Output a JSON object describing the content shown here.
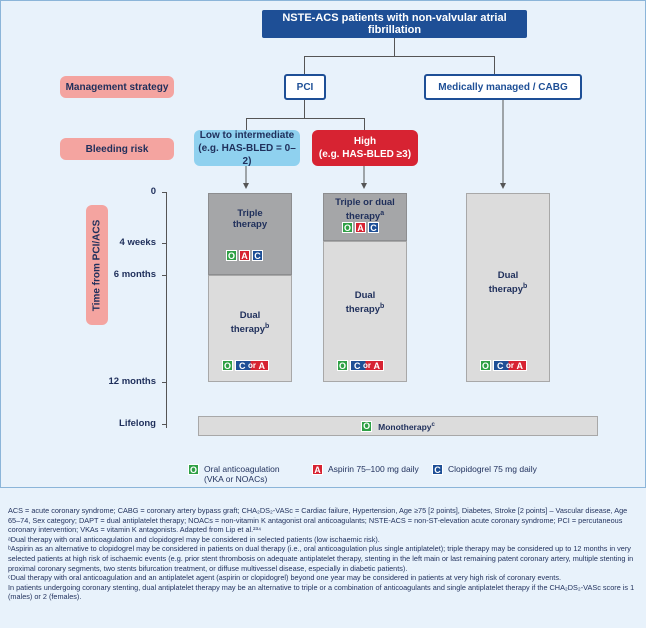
{
  "title": "NSTE-ACS patients with non-valvular atrial fibrillation",
  "management_label": "Management strategy",
  "bleeding_label": "Bleeding risk",
  "pci_label": "PCI",
  "medical_label": "Medically managed / CABG",
  "low_risk": {
    "line1": "Low to intermediate",
    "line2": "(e.g. HAS-BLED = 0–2)"
  },
  "high_risk": {
    "line1": "High",
    "line2": "(e.g. HAS-BLED ≥3)"
  },
  "y_axis_label": "Time from PCI/ACS",
  "ticks": [
    "0",
    "4 weeks",
    "6 months",
    "12 months",
    "Lifelong"
  ],
  "col1": {
    "triple_line1": "Triple",
    "triple_line2": "therapy",
    "dual_line1": "Dual",
    "dual_line2": "therapy",
    "dual_sup": "b"
  },
  "col2": {
    "triple_line1": "Triple or dual",
    "triple_line2": "therapy",
    "triple_sup": "a",
    "dual_line1": "Dual",
    "dual_line2": "therapy",
    "dual_sup": "b"
  },
  "col3": {
    "dual_line1": "Dual",
    "dual_line2": "therapy",
    "dual_sup": "b"
  },
  "drug_letters": {
    "O": "O",
    "A": "A",
    "C": "C",
    "or": "or"
  },
  "monotherapy": "Monotherapy",
  "monotherapy_sup": "c",
  "legend": [
    {
      "letter": "O",
      "text1": "Oral anticoagulation",
      "text2": "(VKA or NOACs)"
    },
    {
      "letter": "A",
      "text1": "Aspirin 75–100 mg daily",
      "text2": ""
    },
    {
      "letter": "C",
      "text1": "Clopidogrel 75 mg daily",
      "text2": ""
    }
  ],
  "footnotes": [
    "ACS = acute coronary syndrome; CABG = coronary artery bypass graft; CHA₂DS₂-VASc = Cardiac failure, Hypertension, Age ≥75 [2 points], Diabetes, Stroke [2 points] – Vascular disease, Age 65–74, Sex category; DAPT = dual antiplatelet therapy; NOACs = non-vitamin K antagonist oral anticoagulants; NSTE-ACS = non-ST-elevation acute coronary syndrome; PCI = percutaneous coronary intervention; VKAs = vitamin K antagonists. Adapted from Lip et al.²³⁴",
    "ᵃDual therapy with oral anticoagulation and clopidogrel may be considered in selected patients (low ischaemic risk).",
    "ᵇAspirin as an alternative to clopidogrel may be considered in patients on dual therapy (i.e., oral anticoagulation plus single antiplatelet); triple therapy may be considered up to 12 months in very selected patients at high risk of ischaemic events (e.g. prior stent thrombosis on adequate antiplatelet therapy, stenting in the left main or last remaining patent coronary artery, multiple stenting in proximal coronary segments, two stents bifurcation treatment, or diffuse multivessel disease, especially in diabetic patients).",
    "ᶜDual therapy with oral anticoagulation and an antiplatelet agent (aspirin or clopidogrel) beyond one year may be considered in patients at very high risk of coronary events.",
    "In patients undergoing coronary stenting, dual antiplatelet therapy may be an alternative to triple or a combination of anticoagulants and single antiplatelet therapy if the CHA₂DS₂-VASc score is 1 (males) or 2 (females)."
  ],
  "colors": {
    "navy": "#1e4f96",
    "pink": "#f4a4a0",
    "cyan": "#8fd1ef",
    "red": "#d72332",
    "green": "#2fa045",
    "background": "#e8f2fb"
  }
}
